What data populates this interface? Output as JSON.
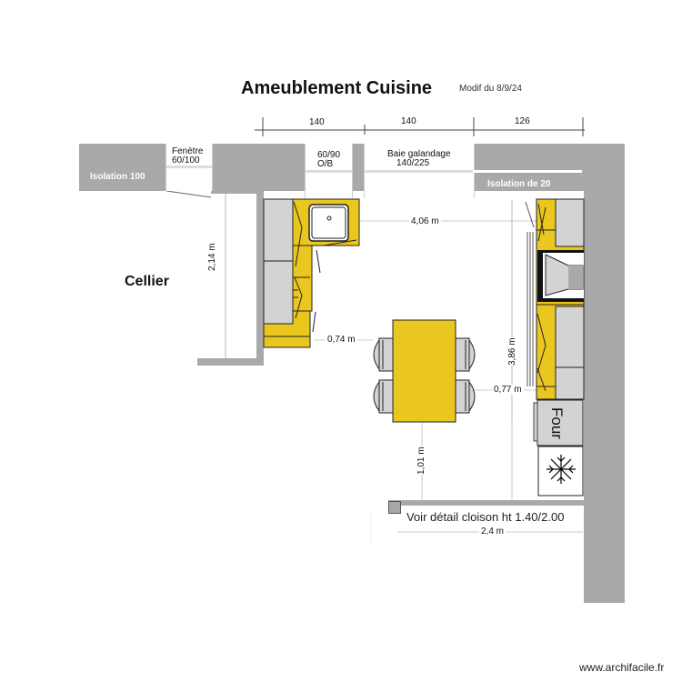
{
  "header": {
    "title": "Ameublement Cuisine",
    "subtitle": "Modif du 8/9/24"
  },
  "top_dimensions": [
    "140",
    "140",
    "126"
  ],
  "openings": {
    "window": {
      "line1": "Fenètre",
      "line2": "60/100"
    },
    "door_window": {
      "line1": "60/90",
      "line2": "O/B"
    },
    "bay": {
      "line1": "Baie galandage",
      "line2": "140/225"
    }
  },
  "wall_labels": {
    "left_insulation": "Isolation 100",
    "right_insulation": "Isolation de 20"
  },
  "rooms": {
    "cellier": "Cellier"
  },
  "dimensions": {
    "cellier_height": "2,14 m",
    "kitchen_width": "4,06 m",
    "left_clearance": "0,74 m",
    "right_clearance": "0,77 m",
    "kitchen_length": "3,86 m",
    "table_bottom_clearance": "1,01 m",
    "partition_width": "2,4 m"
  },
  "appliances": {
    "oven": "Four",
    "freezer": "freezer-snowflake"
  },
  "notes": {
    "partition": "Voir détail cloison ht 1.40/2.00"
  },
  "footer": {
    "watermark": "www.archifacile.fr"
  },
  "colors": {
    "wall": "#a9a9a9",
    "counter": "#e9c71e",
    "cabinet": "#d3d3d3",
    "line": "#222222"
  }
}
